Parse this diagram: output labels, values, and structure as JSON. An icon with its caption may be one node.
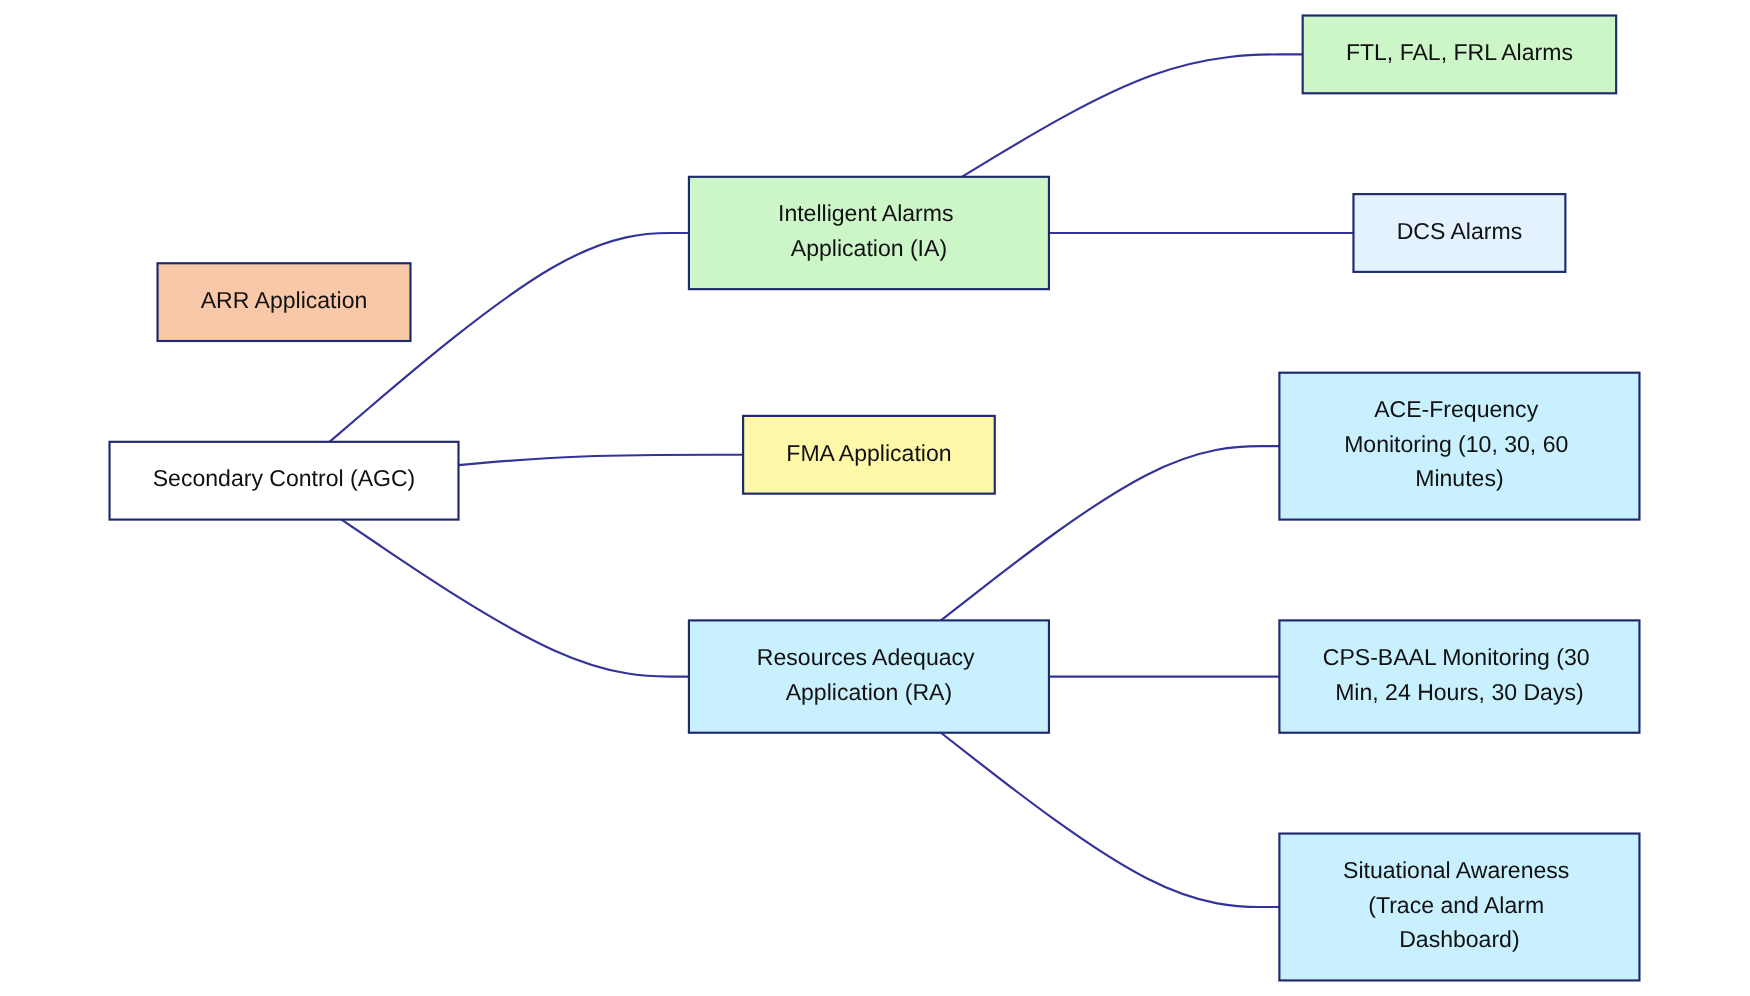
{
  "diagram": {
    "nodes": [
      {
        "text": [
          "Secondary Control (AGC)"
        ]
      },
      {
        "text": [
          "Intelligent Alarms Application (IA)"
        ]
      },
      {
        "text": [
          "FTL, FAL, FRL Alarms"
        ]
      },
      {
        "text": [
          "DCS Alarms"
        ]
      },
      {
        "text": [
          "Resources Adequacy Application (RA)"
        ]
      },
      {
        "text": [
          "ACE-Frequency Monitoring (10, 30, 60 Minutes)"
        ]
      },
      {
        "text": [
          "CPS-BAAL Monitoring (30 Min, 24 Hours, 30 Days)"
        ]
      },
      {
        "text": [
          "Situational Awareness (Trace and Alarm Dashboard)"
        ]
      },
      {
        "text": [
          "ARR  Application"
        ]
      },
      {
        "text": [
          "FMA Application"
        ]
      }
    ],
    "edges": [
      {
        "from": 0,
        "to": 1,
        "arrow": "none"
      },
      {
        "from": 1,
        "to": 2,
        "arrow": "none"
      },
      {
        "from": 1,
        "to": 3,
        "arrow": "none"
      },
      {
        "from": 0,
        "to": 4,
        "arrow": "none"
      },
      {
        "from": 4,
        "to": 5,
        "arrow": "none"
      },
      {
        "from": 4,
        "to": 6,
        "arrow": "none"
      },
      {
        "from": 4,
        "to": 7,
        "arrow": "none"
      },
      {
        "from": 0,
        "to": 9,
        "arrow": "none"
      }
    ]
  }
}
